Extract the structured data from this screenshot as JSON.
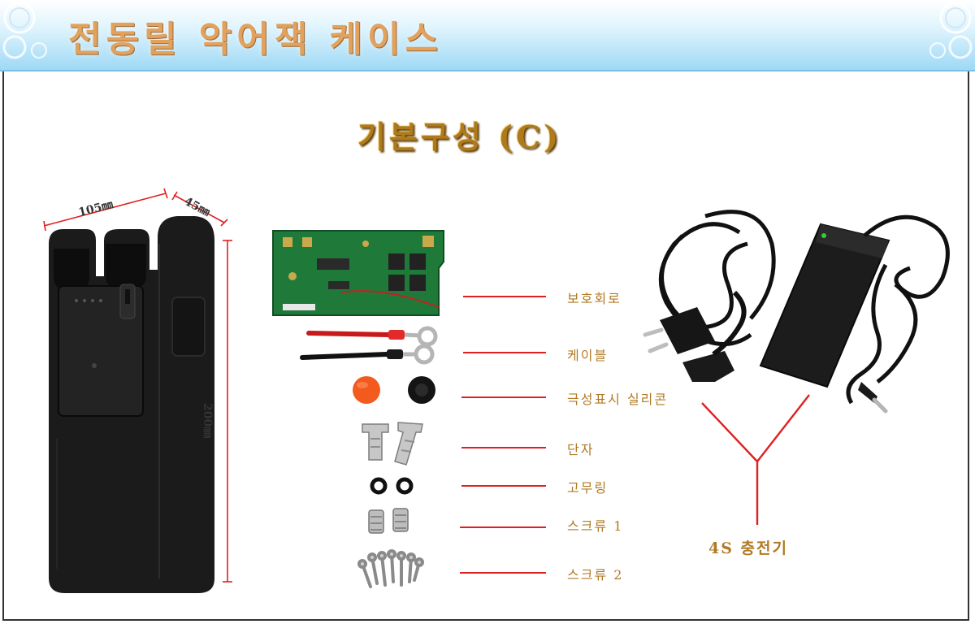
{
  "header": {
    "title": "전동릴 악어잭 케이스"
  },
  "subtitle": "기본구성 (C)",
  "case": {
    "width_label": "105㎜",
    "depth_label": "45㎜",
    "height_label": "200㎜"
  },
  "parts": [
    {
      "label": "보호회로",
      "icon": "pcb-icon"
    },
    {
      "label": "케이블",
      "icon": "cable-icon"
    },
    {
      "label": "극성표시 실리콘",
      "icon": "silicone-cap-icon"
    },
    {
      "label": "단자",
      "icon": "terminal-icon"
    },
    {
      "label": "고무링",
      "icon": "rubber-ring-icon"
    },
    {
      "label": "스크류 1",
      "icon": "screw-icon"
    },
    {
      "label": "스크류 2",
      "icon": "screw-icon"
    }
  ],
  "charger": {
    "label": "4S 충전기",
    "icon": "charger-icon"
  },
  "colors": {
    "accent_gold": "#b07a25",
    "leader_red": "#e02020",
    "banner_blue": "#9ed9f5"
  }
}
